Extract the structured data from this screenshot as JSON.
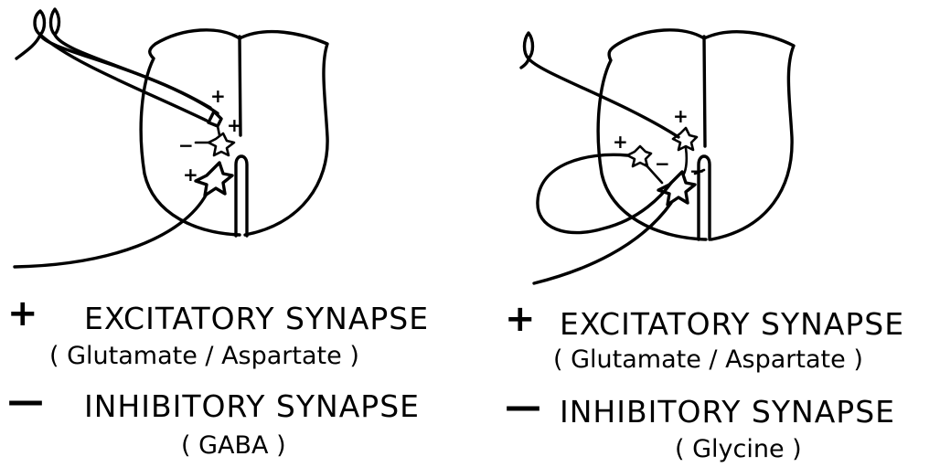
{
  "panels": [
    {
      "id": "left",
      "excitatory_symbol": "+",
      "excitatory_label": "EXCITATORY SYNAPSE",
      "excitatory_transmitter": "( Glutamate / Aspartate )",
      "inhibitory_symbol": "—",
      "inhibitory_label": "INHIBITORY SYNAPSE",
      "inhibitory_transmitter": "( GABA )"
    },
    {
      "id": "right",
      "excitatory_symbol": "+",
      "excitatory_label": "EXCITATORY SYNAPSE",
      "excitatory_transmitter": "( Glutamate / Aspartate )",
      "inhibitory_symbol": "—",
      "inhibitory_label": "INHIBITORY SYNAPSE",
      "inhibitory_transmitter": "( Glycine )"
    }
  ],
  "synapse_marks": {
    "plus": "+",
    "minus": "−"
  }
}
